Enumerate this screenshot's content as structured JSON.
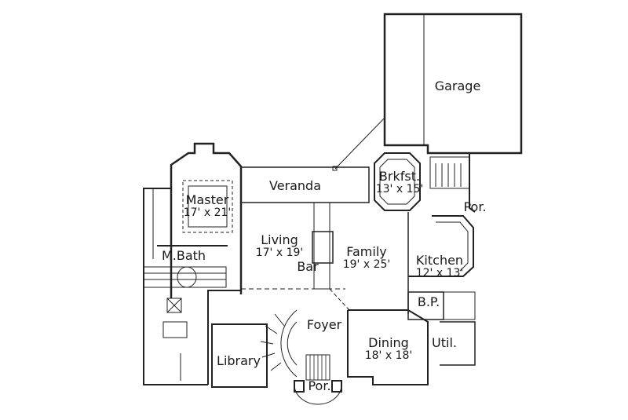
{
  "floor_plan": {
    "rooms": [
      {
        "id": "garage",
        "name": "Garage",
        "dims": ""
      },
      {
        "id": "veranda",
        "name": "Veranda",
        "dims": ""
      },
      {
        "id": "master",
        "name": "Master",
        "dims": "17' x 21'"
      },
      {
        "id": "brkfst",
        "name": "Brkfst.",
        "dims": "13' x 15'"
      },
      {
        "id": "por-rear",
        "name": "Por.",
        "dims": ""
      },
      {
        "id": "living",
        "name": "Living",
        "dims": "17' x 19'"
      },
      {
        "id": "family",
        "name": "Family",
        "dims": "19' x 25'"
      },
      {
        "id": "mbath",
        "name": "M.Bath",
        "dims": ""
      },
      {
        "id": "bar",
        "name": "Bar",
        "dims": ""
      },
      {
        "id": "kitchen",
        "name": "Kitchen",
        "dims": "12' x 13'"
      },
      {
        "id": "bp",
        "name": "B.P.",
        "dims": ""
      },
      {
        "id": "foyer",
        "name": "Foyer",
        "dims": ""
      },
      {
        "id": "dining",
        "name": "Dining",
        "dims": "18' x 18'"
      },
      {
        "id": "util",
        "name": "Util.",
        "dims": ""
      },
      {
        "id": "library",
        "name": "Library",
        "dims": ""
      },
      {
        "id": "por-front",
        "name": "Por.",
        "dims": ""
      }
    ]
  }
}
